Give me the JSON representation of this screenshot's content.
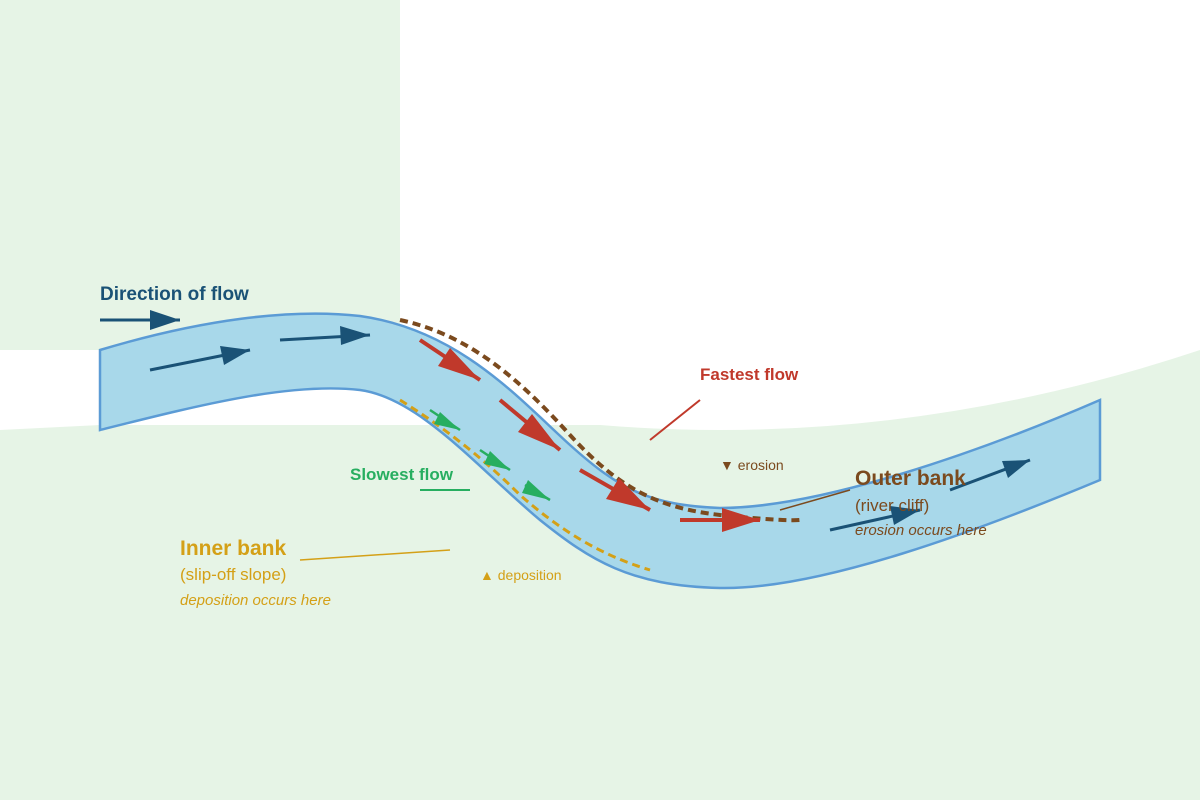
{
  "labels": {
    "direction": "Direction of flow",
    "fastest": "Fastest flow",
    "slowest": "Slowest flow",
    "erosion_marker": "▼ erosion",
    "deposition_marker": "▲ deposition",
    "outer_bank": {
      "title": "Outer bank",
      "subtitle": "(river cliff)",
      "note": "erosion occurs here"
    },
    "inner_bank": {
      "title": "Inner bank",
      "subtitle": "(slip-off slope)",
      "note": "deposition occurs here"
    }
  },
  "colors": {
    "land": "#e6f4e6",
    "river_fill": "#a8d8ea",
    "river_edge": "#5b9bd5",
    "flow_arrow": "#1a5276",
    "fast_arrow": "#c0392b",
    "slow_arrow": "#27ae60",
    "outer_bank": "#7b4a1e",
    "inner_bank": "#d4a017"
  }
}
